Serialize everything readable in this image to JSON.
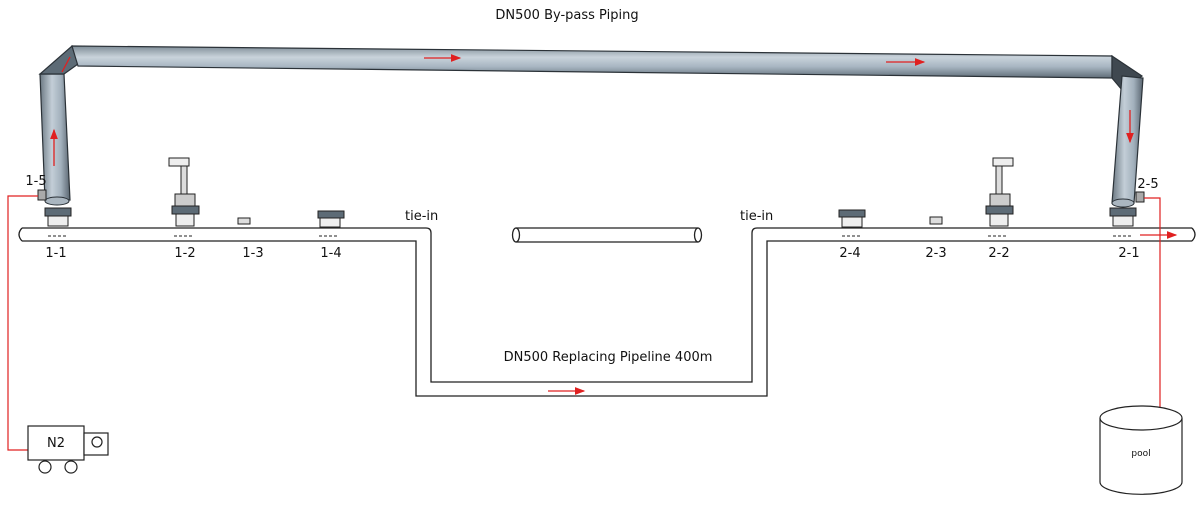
{
  "titles": {
    "bypass": "DN500 By-pass Piping",
    "replacing": "DN500 Replacing Pipeline 400m"
  },
  "tie_in": {
    "left": "tie-in",
    "right": "tie-in"
  },
  "points": {
    "p1_1": "1-1",
    "p1_2": "1-2",
    "p1_3": "1-3",
    "p1_4": "1-4",
    "p1_5": "1-5",
    "p2_1": "2-1",
    "p2_2": "2-2",
    "p2_3": "2-3",
    "p2_4": "2-4",
    "p2_5": "2-5"
  },
  "equipment": {
    "n2": "N2",
    "pool": "pool"
  },
  "colors": {
    "pipe_fill": "#a9b8c5",
    "pipe_dark": "#5d6b76",
    "flow_arrow": "#e02020",
    "line": "#222222"
  }
}
